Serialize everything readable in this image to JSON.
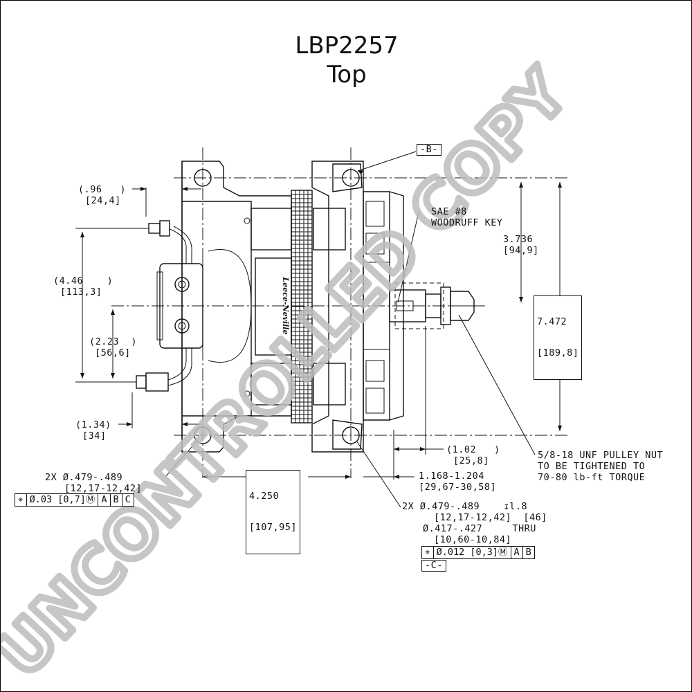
{
  "title": {
    "part_number": "LBP2257",
    "view": "Top"
  },
  "watermark": "UNCONTROLLED COPY",
  "datums": {
    "b": "-B-",
    "c": "-C-"
  },
  "dimensions": {
    "top_offset": {
      "inch": "(.96   )",
      "mm": "[24,4]"
    },
    "left_span": {
      "inch": "(4.46    )",
      "mm": "[113,3]"
    },
    "left_half": {
      "inch": "(2.23  )",
      "mm": "[56,6]"
    },
    "bottom_offset": {
      "inch": "(1.34)",
      "mm": "[34]"
    },
    "half_height": {
      "inch": "3.736",
      "mm": "[94,9]"
    },
    "full_height": {
      "inch": "7.472",
      "mm": "[189,8]"
    },
    "hole_spacing": {
      "inch": "4.250",
      "mm": "[107,95]"
    },
    "shaft_extension": {
      "inch": "(1.02   )",
      "mm": "[25,8]"
    },
    "flange_to_nut": {
      "inch": "1.168-1.204",
      "mm": "[29,67-30,58]"
    }
  },
  "notes": {
    "key": {
      "line1": "SAE #8",
      "line2": "WOODRUFF KEY"
    },
    "pulley_nut": {
      "line1": "5/8-18 UNF PULLEY NUT",
      "line2": "TO BE TIGHTENED TO",
      "line3": "70-80 lb-ft TORQUE"
    },
    "left_holes": {
      "line1": "2X Ø.479-.489",
      "line2": "[12,17-12,42]"
    },
    "right_holes": {
      "line1": "2X Ø.479-.489    ↧l.8",
      "line2": "[12,17-12,42]  [46]",
      "line3": "Ø.417-.427     THRU",
      "line4": "[10,60-10,84]"
    }
  },
  "fcf_left": {
    "symbol": "⌖",
    "tolerance": "Ø.03 [0,7]Ⓜ",
    "datum1": "A",
    "datum2": "B",
    "datum3": "C"
  },
  "fcf_right": {
    "symbol": "⌖",
    "tolerance": "Ø.012 [0,3]Ⓜ",
    "datum1": "A",
    "datum2": "B"
  },
  "housing_brand": "Leece-Neville"
}
